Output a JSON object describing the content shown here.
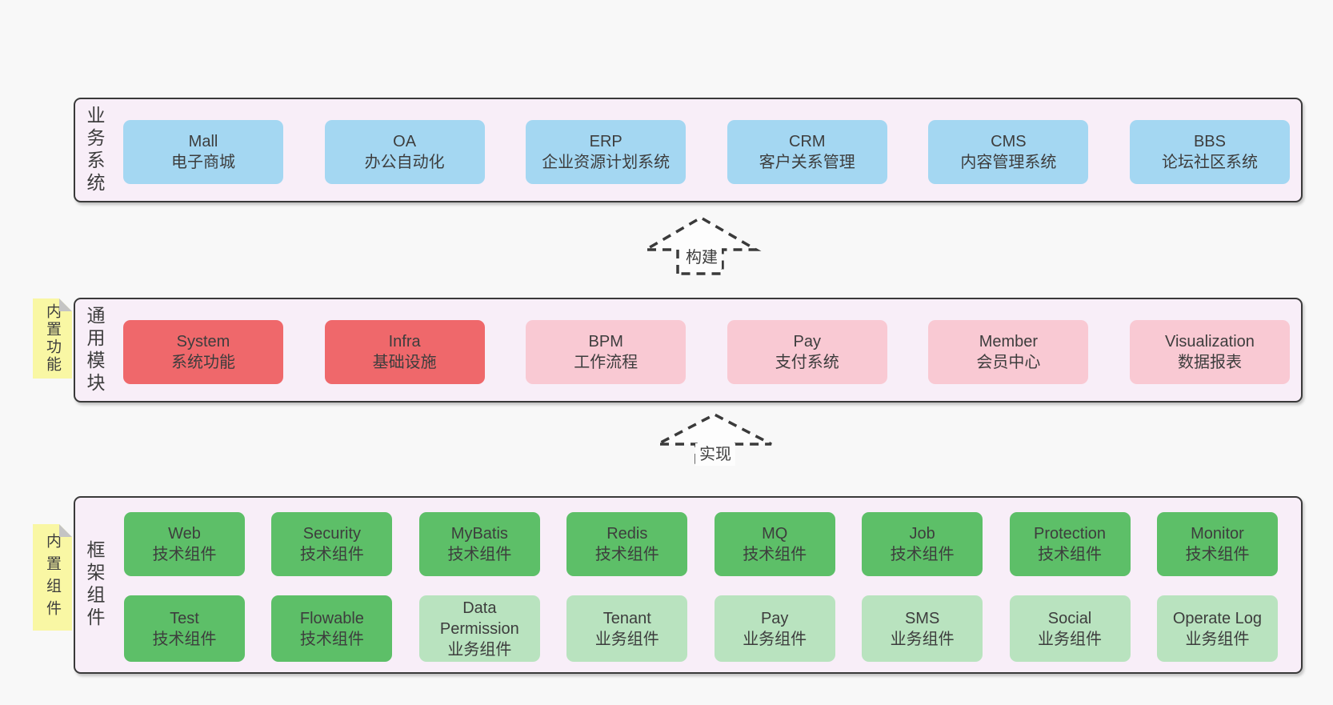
{
  "colors": {
    "page_bg": "#f8f8f8",
    "container_bg": "#f8eef8",
    "container_border": "#3a3a3a",
    "blue_box": "#a4d7f2",
    "red_box": "#ef686b",
    "pink_box": "#f9c9d3",
    "green_box": "#5dbf68",
    "light_green_box": "#b9e3bf",
    "sticky_yellow": "#f9f7a4",
    "text": "#3d3d3d"
  },
  "arrows": {
    "build_label": "构建",
    "implement_label": "实现"
  },
  "layers": {
    "business": {
      "side_label": "业务系统",
      "boxes": [
        {
          "title": "Mall",
          "subtitle": "电子商城",
          "variant": "blue"
        },
        {
          "title": "OA",
          "subtitle": "办公自动化",
          "variant": "blue"
        },
        {
          "title": "ERP",
          "subtitle": "企业资源计划系统",
          "variant": "blue"
        },
        {
          "title": "CRM",
          "subtitle": "客户关系管理",
          "variant": "blue"
        },
        {
          "title": "CMS",
          "subtitle": "内容管理系统",
          "variant": "blue"
        },
        {
          "title": "BBS",
          "subtitle": "论坛社区系统",
          "variant": "blue"
        }
      ]
    },
    "modules": {
      "side_label": "通用模块",
      "sticky_label": "内置功能",
      "boxes": [
        {
          "title": "System",
          "subtitle": "系统功能",
          "variant": "red"
        },
        {
          "title": "Infra",
          "subtitle": "基础设施",
          "variant": "red"
        },
        {
          "title": "BPM",
          "subtitle": "工作流程",
          "variant": "pink"
        },
        {
          "title": "Pay",
          "subtitle": "支付系统",
          "variant": "pink"
        },
        {
          "title": "Member",
          "subtitle": "会员中心",
          "variant": "pink"
        },
        {
          "title": "Visualization",
          "subtitle": "数据报表",
          "variant": "pink"
        }
      ]
    },
    "components": {
      "side_label": "框架组件",
      "sticky_label": "内置组件",
      "row1": [
        {
          "title": "Web",
          "subtitle": "技术组件",
          "variant": "green"
        },
        {
          "title": "Security",
          "subtitle": "技术组件",
          "variant": "green"
        },
        {
          "title": "MyBatis",
          "subtitle": "技术组件",
          "variant": "green"
        },
        {
          "title": "Redis",
          "subtitle": "技术组件",
          "variant": "green"
        },
        {
          "title": "MQ",
          "subtitle": "技术组件",
          "variant": "green"
        },
        {
          "title": "Job",
          "subtitle": "技术组件",
          "variant": "green"
        },
        {
          "title": "Protection",
          "subtitle": "技术组件",
          "variant": "green"
        },
        {
          "title": "Monitor",
          "subtitle": "技术组件",
          "variant": "green"
        }
      ],
      "row2": [
        {
          "title": "Test",
          "subtitle": "技术组件",
          "variant": "green"
        },
        {
          "title": "Flowable",
          "subtitle": "技术组件",
          "variant": "green"
        },
        {
          "title": "Data Permission",
          "subtitle": "业务组件",
          "variant": "green-light"
        },
        {
          "title": "Tenant",
          "subtitle": "业务组件",
          "variant": "green-light"
        },
        {
          "title": "Pay",
          "subtitle": "业务组件",
          "variant": "green-light"
        },
        {
          "title": "SMS",
          "subtitle": "业务组件",
          "variant": "green-light"
        },
        {
          "title": "Social",
          "subtitle": "业务组件",
          "variant": "green-light"
        },
        {
          "title": "Operate Log",
          "subtitle": "业务组件",
          "variant": "green-light"
        }
      ]
    }
  }
}
